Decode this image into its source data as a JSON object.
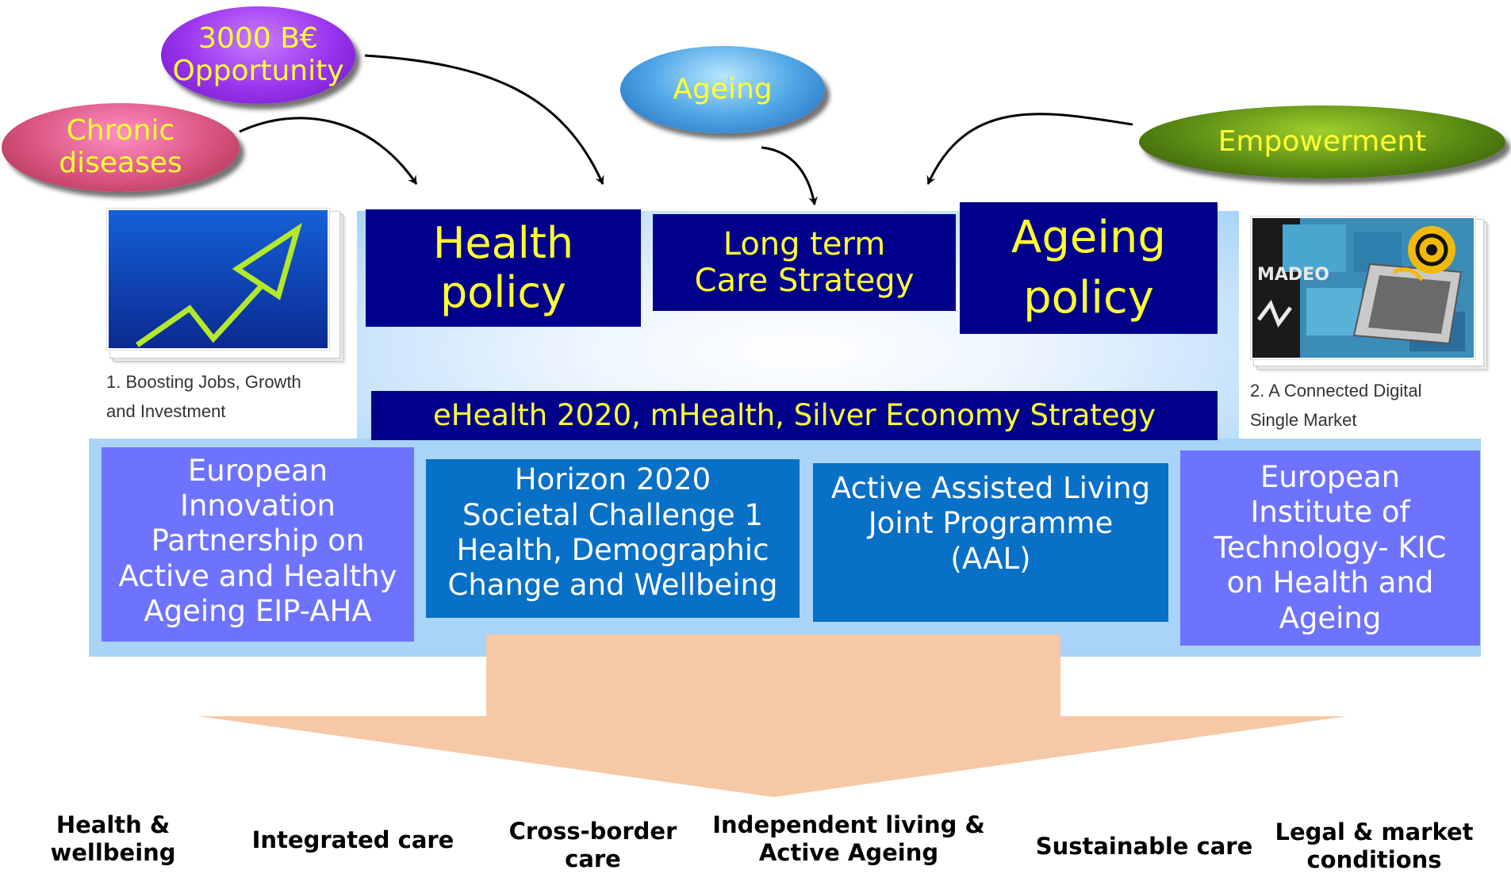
{
  "ellipses": {
    "chronic": "Chronic\ndiseases",
    "opportunity": "3000 B€\nOpportunity",
    "ageing": "Ageing",
    "empowerment": "Empowerment"
  },
  "policies": {
    "health": "Health\npolicy",
    "long_term": "Long term\nCare Strategy",
    "ageing": "Ageing\npolicy"
  },
  "strategy_bar": "eHealth 2020, mHealth, Silver Economy Strategy",
  "programmes": {
    "eip": "European\nInnovation\nPartnership on\nActive and Healthy\nAgeing EIP-AHA",
    "horizon": "Horizon 2020\nSocietal Challenge 1\nHealth, Demographic\nChange and Wellbeing",
    "aal": "Active Assisted Living\nJoint Programme\n(AAL)",
    "eit": "European\nInstitute of\nTechnology- KIC\non Health and\nAgeing"
  },
  "images": {
    "left_caption": "1. Boosting Jobs, Growth\nand Investment",
    "right_caption": "2. A Connected Digital\nSingle Market",
    "graffiti_text": "MADEO"
  },
  "outcomes": {
    "health": "Health &\nwellbeing",
    "integrated": "Integrated care",
    "cross_border": "Cross-border\ncare",
    "independent": "Independent living &\nActive Ageing",
    "sustainable": "Sustainable care",
    "legal": "Legal & market\nconditions"
  },
  "colors": {
    "navy": "#00008b",
    "yellow_text": "#ffff33",
    "purple_box": "#6e73ff",
    "blue_box": "#0870c6",
    "panel_blue": "#a9d3f7",
    "arrow_peach": "#f7c8a5"
  }
}
